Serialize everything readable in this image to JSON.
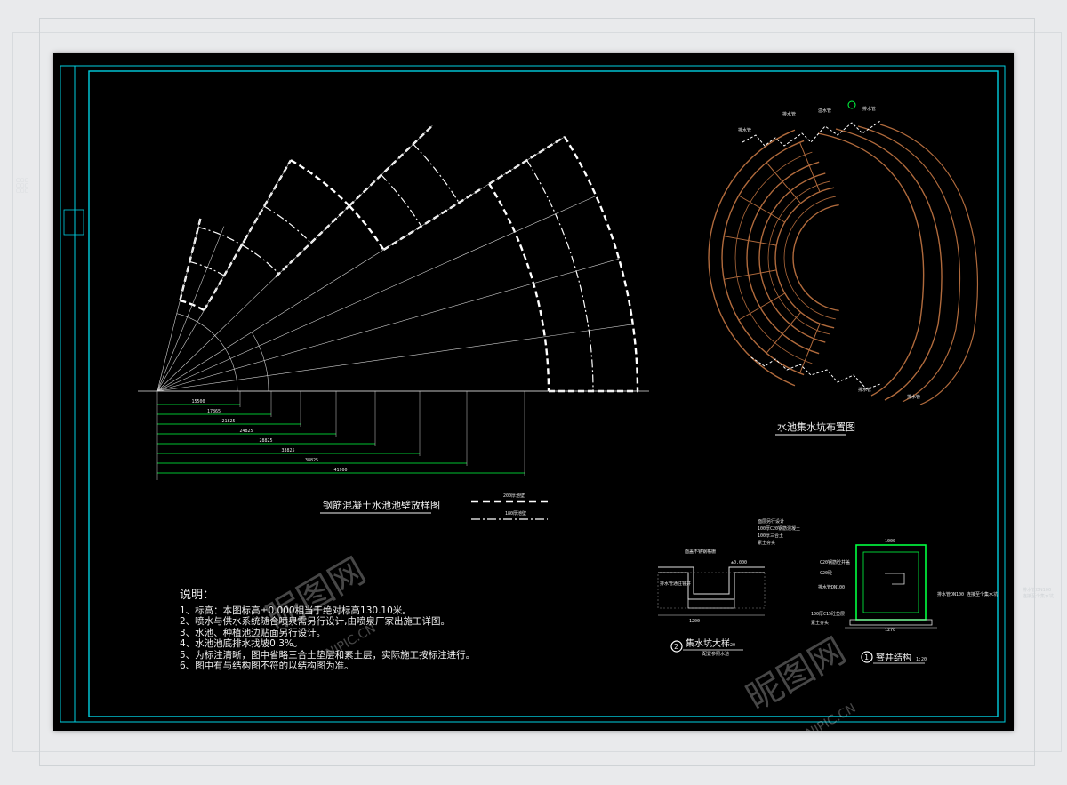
{
  "sheet": {
    "border_color": "#00cfe0",
    "bg_color": "#000000",
    "pond_wall_title": "钢筋混凝土水池池壁放样图",
    "legend": [
      "200厚池壁",
      "180厚池壁"
    ],
    "pit_layout_title": "水池集水坑布置图",
    "detail2_title": "集水坑大样",
    "detail2_sub": "配置参照水池",
    "detail2_num": "2",
    "detail1_title": "窨井结构",
    "detail1_num": "1",
    "detail1_scale": "1:20",
    "detail2_scale": "1:20"
  },
  "radial_dims": [
    "15500",
    "17865",
    "21825",
    "24825",
    "28825",
    "33825",
    "38825",
    "41900"
  ],
  "notes": {
    "heading": "说明：",
    "items": [
      "1、标高：本图标高±0.000相当于绝对标高130.10米。",
      "2、喷水与供水系统随合喷泉需另行设计,由喷泉厂家出施工详图。",
      "3、水池、种植池边贴面另行设计。",
      "4、水池池底排水找坡0.3%。",
      "5、为标注清晰，图中省略三合土垫层和素土层，实际施工按标注进行。",
      "6、图中有与结构图不符的以结构图为准。"
    ]
  },
  "pit_labels": [
    "排水管",
    "排水管",
    "溢水管",
    "排水管",
    "排水管",
    "排水管"
  ],
  "detail2_labels": [
    "面层另行设计",
    "100厚C20钢筋混凝土",
    "100厚三合土",
    "素土夯实",
    "面盖不锈钢格栅",
    "±0.000",
    "排水管通往窨井",
    "1200"
  ],
  "detail1_labels": [
    "1000",
    "C20钢筋砼井盖",
    "C20砼",
    "排水管DN100",
    "排水管DN100 连接至个集水坑",
    "100厚C15砼垫层",
    "素土夯实",
    "1270"
  ],
  "side_labels": [
    "排水管DN100",
    "连接至个集水坑"
  ],
  "watermark": [
    "昵图网",
    "NIPIC.CN"
  ]
}
